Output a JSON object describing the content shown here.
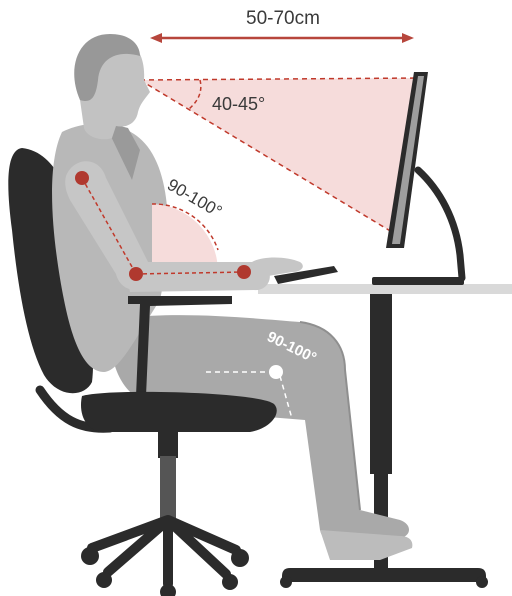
{
  "labels": {
    "viewing_distance": "50-70cm",
    "view_angle": "40-45°",
    "elbow_angle": "90-100°",
    "knee_angle": "90-100°"
  },
  "colors": {
    "dimension_arrow": "#b7463c",
    "joint_dot": "#b0392f",
    "guide_line": "#c0392b",
    "view_cone": "#f6dcdb",
    "body_dark": "#9b9b9b",
    "body_mid": "#b3b3b3",
    "body_light": "#c6c6c6",
    "furniture": "#2b2b2b",
    "desk_top": "#d9d9d9"
  }
}
